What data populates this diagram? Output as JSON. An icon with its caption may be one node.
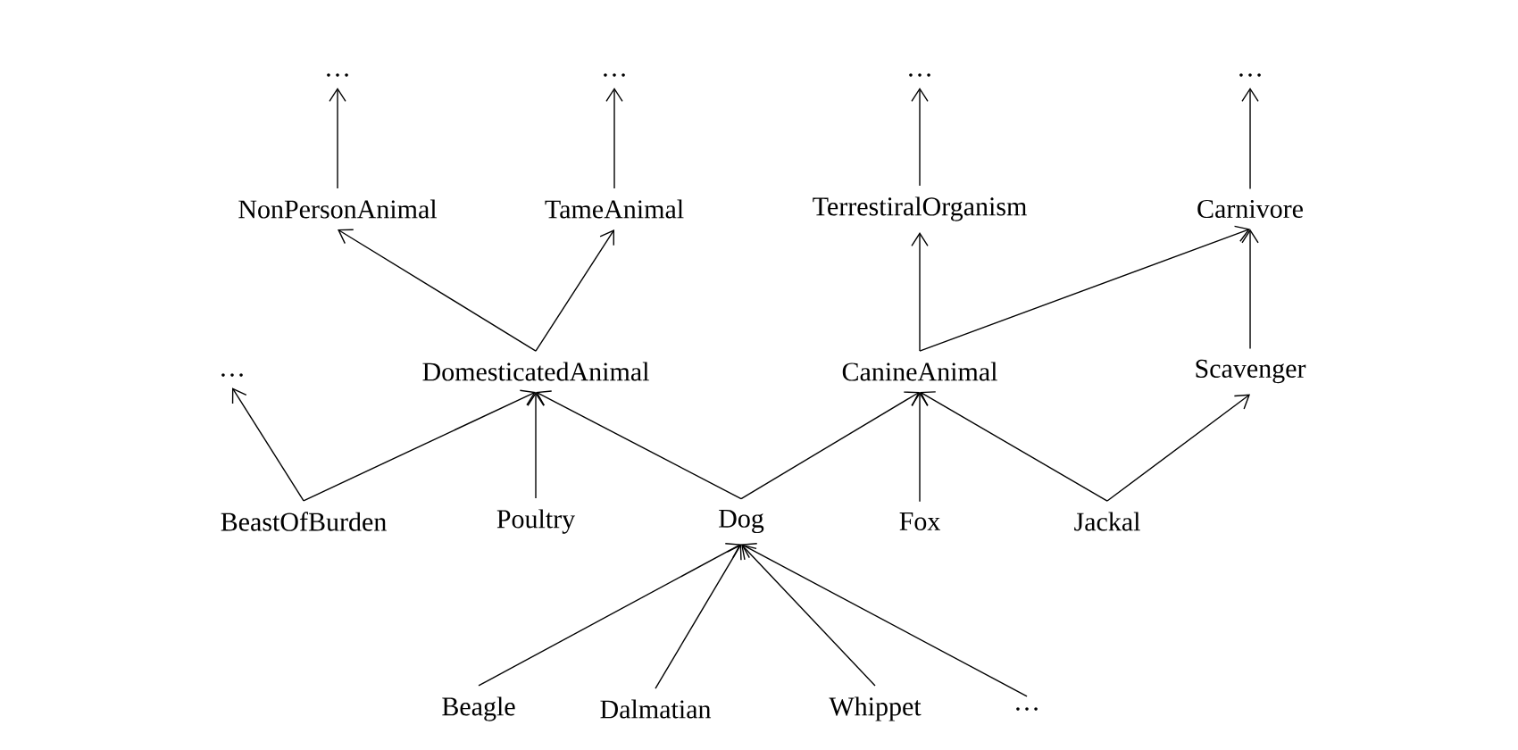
{
  "diagram": {
    "nodes": [
      {
        "text": [
          "…"
        ]
      },
      {
        "text": [
          "…"
        ]
      },
      {
        "text": [
          "…"
        ]
      },
      {
        "text": [
          "…"
        ]
      },
      {
        "text": [
          "NonPersonAnimal"
        ]
      },
      {
        "text": [
          "TameAnimal"
        ]
      },
      {
        "text": [
          "TerrestiralOrganism"
        ]
      },
      {
        "text": [
          "Carnivore"
        ]
      },
      {
        "text": [
          "…"
        ]
      },
      {
        "text": [
          "DomesticatedAnimal"
        ]
      },
      {
        "text": [
          "CanineAnimal"
        ]
      },
      {
        "text": [
          "Scavenger"
        ]
      },
      {
        "text": [
          "BeastOfBurden"
        ]
      },
      {
        "text": [
          "Poultry"
        ]
      },
      {
        "text": [
          "Dog"
        ]
      },
      {
        "text": [
          "Fox"
        ]
      },
      {
        "text": [
          "Jackal"
        ]
      },
      {
        "text": [
          "Beagle"
        ]
      },
      {
        "text": [
          "Dalmatian"
        ]
      },
      {
        "text": [
          "Whippet"
        ]
      },
      {
        "text": [
          "…"
        ]
      }
    ],
    "edges": [
      {
        "from": 4,
        "to": 0,
        "arrow": "to"
      },
      {
        "from": 5,
        "to": 1,
        "arrow": "to"
      },
      {
        "from": 6,
        "to": 2,
        "arrow": "to"
      },
      {
        "from": 7,
        "to": 3,
        "arrow": "to"
      },
      {
        "from": 9,
        "to": 4,
        "arrow": "to"
      },
      {
        "from": 9,
        "to": 5,
        "arrow": "to"
      },
      {
        "from": 10,
        "to": 6,
        "arrow": "to"
      },
      {
        "from": 10,
        "to": 7,
        "arrow": "to"
      },
      {
        "from": 11,
        "to": 7,
        "arrow": "to"
      },
      {
        "from": 12,
        "to": 8,
        "arrow": "to"
      },
      {
        "from": 12,
        "to": 9,
        "arrow": "to"
      },
      {
        "from": 13,
        "to": 9,
        "arrow": "to"
      },
      {
        "from": 14,
        "to": 9,
        "arrow": "to"
      },
      {
        "from": 14,
        "to": 10,
        "arrow": "to"
      },
      {
        "from": 15,
        "to": 10,
        "arrow": "to"
      },
      {
        "from": 16,
        "to": 10,
        "arrow": "to"
      },
      {
        "from": 16,
        "to": 11,
        "arrow": "to"
      },
      {
        "from": 17,
        "to": 14,
        "arrow": "to"
      },
      {
        "from": 18,
        "to": 14,
        "arrow": "to"
      },
      {
        "from": 19,
        "to": 14,
        "arrow": "to"
      },
      {
        "from": 20,
        "to": 14,
        "arrow": "to"
      }
    ]
  }
}
